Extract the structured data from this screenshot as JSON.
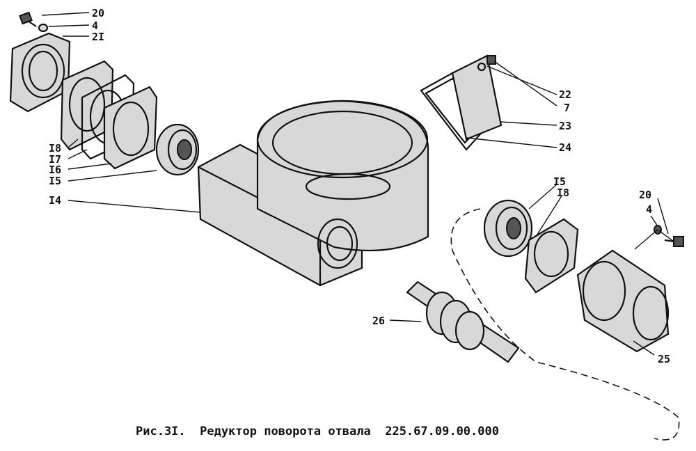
{
  "caption": "Рис.3I.  Редуктор поворота отвала  225.67.09.00.000",
  "labels": {
    "l20a": "20",
    "l4a": "4",
    "l21": "2I",
    "l18a": "I8",
    "l17": "I7",
    "l16": "I6",
    "l15a": "I5",
    "l14": "I4",
    "l22": "22",
    "l7": "7",
    "l23": "23",
    "l24": "24",
    "l15b": "I5",
    "l18b": "I8",
    "l20b": "20",
    "l4b": "4",
    "l26": "26",
    "l25": "25"
  }
}
